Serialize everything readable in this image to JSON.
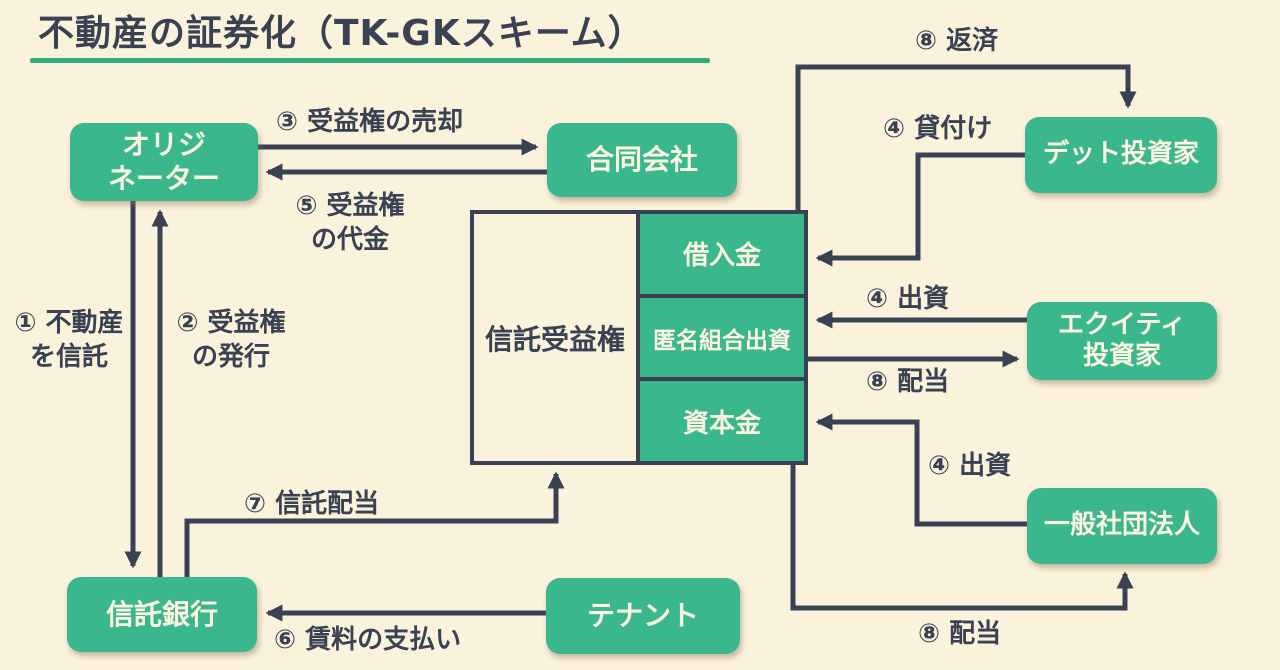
{
  "title": {
    "text": "不動産の証券化（TK-GKスキーム）"
  },
  "entities": {
    "originator": "オリジ\nネーター",
    "godo_kaisha": "合同会社",
    "debt_investor": "デット投資家",
    "equity_investor": "エクイティ\n投資家",
    "ippan_shadan": "一般社団法人",
    "trust_bank": "信託銀行",
    "tenant": "テナント"
  },
  "structure": {
    "trust_beneficiary_right": "信託受益権",
    "cells": {
      "loan": "借入金",
      "tk_investment": "匿名組合出資",
      "capital": "資本金"
    }
  },
  "flow_labels": {
    "f1_entrust": "① 不動産\nを信託",
    "f2_issue": "② 受益権\nの発行",
    "f3_sale": "③ 受益権の売却",
    "f4_loan": "④ 貸付け",
    "f4_equity": "④ 出資",
    "f4_ish": "④ 出資",
    "f5_payment": "⑤ 受益権\nの代金",
    "f6_rent": "⑥ 賃料の支払い",
    "f7_trust_dividend": "⑦ 信託配当",
    "f8_repayment": "⑧ 返済",
    "f8_dividend_equity": "⑧ 配当",
    "f8_dividend_ish": "⑧ 配当"
  },
  "colors": {
    "background": "#FBF2DB",
    "box_green": "#3BB78E",
    "underline_green": "#2FAE7D",
    "line_dark": "#3A4153",
    "box_text": "#FBF4E0"
  }
}
